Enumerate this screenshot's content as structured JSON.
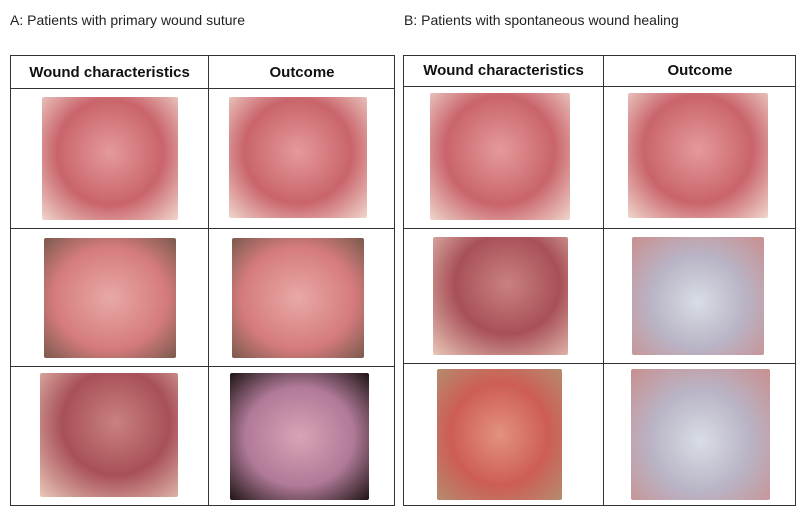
{
  "panel_a": {
    "title": "A: Patients with primary wound suture",
    "headers": [
      "Wound characteristics",
      "Outcome"
    ],
    "rows": [
      {
        "wound": "tongue-photo",
        "outcome": "tongue-photo"
      },
      {
        "wound": "tongue-photo",
        "outcome": "tongue-photo"
      },
      {
        "wound": "tongue-photo",
        "outcome": "tongue-photo"
      }
    ]
  },
  "panel_b": {
    "title": "B: Patients with spontaneous wound healing",
    "headers": [
      "Wound characteristics",
      "Outcome"
    ],
    "rows": [
      {
        "wound": "tongue-photo",
        "outcome": "tongue-photo"
      },
      {
        "wound": "tongue-photo",
        "outcome": "tongue-photo"
      },
      {
        "wound": "tongue-photo",
        "outcome": "tongue-photo"
      }
    ]
  }
}
